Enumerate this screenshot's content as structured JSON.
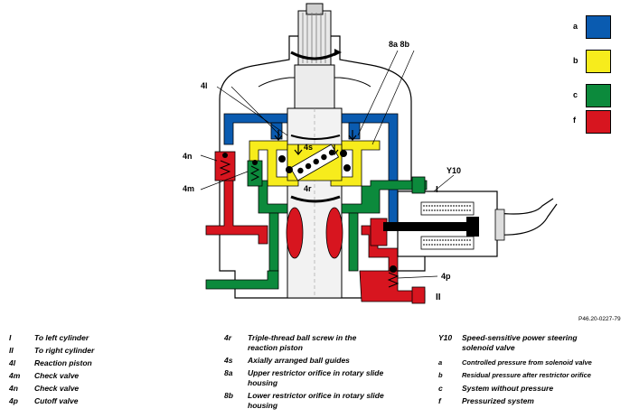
{
  "labels": {
    "l_4l": "4l",
    "l_8a8b": "8a  8b",
    "l_4s": "4s",
    "l_4r": "4r",
    "l_4n": "4n",
    "l_4m": "4m",
    "l_y10": "Y10",
    "l_I": "I",
    "l_II": "II",
    "l_4p": "4p"
  },
  "key": [
    {
      "letter": "a",
      "color": "#0a5bb0"
    },
    {
      "letter": "b",
      "color": "#f7ec1c"
    },
    {
      "letter": "c",
      "color": "#0c8a3c"
    },
    {
      "letter": "f",
      "color": "#d7151f"
    }
  ],
  "ref_number": "P46.20-0227-79",
  "legend": {
    "col1": [
      {
        "key": "I",
        "text": "To left cylinder"
      },
      {
        "key": "II",
        "text": "To right cylinder"
      },
      {
        "key": "4l",
        "text": "Reaction piston"
      },
      {
        "key": "4m",
        "text": "Check valve"
      },
      {
        "key": "4n",
        "text": "Check valve"
      },
      {
        "key": "4p",
        "text": "Cutoff valve"
      }
    ],
    "col2": [
      {
        "key": "4r",
        "text": "Triple-thread ball screw in the",
        "text2": "reaction piston"
      },
      {
        "key": "4s",
        "text": "Axially arranged ball guides",
        "text2": ""
      },
      {
        "key": "8a",
        "text": "Upper restrictor orifice in rotary slide",
        "text2": "housing"
      },
      {
        "key": "8b",
        "text": "Lower restrictor orifice in rotary slide",
        "text2": "housing"
      }
    ],
    "col3": [
      {
        "key": "Y10",
        "text": "Speed-sensitive power steering",
        "text2": "solenoid valve"
      },
      {
        "key": "a",
        "text": "Controlled pressure from solenoid  valve",
        "text2": ""
      },
      {
        "key": "b",
        "text": "Residual pressure after restrictor orifice",
        "text2": ""
      },
      {
        "key": "c",
        "text": "System without pressure",
        "text2": ""
      },
      {
        "key": "f",
        "text": "Pressurized system",
        "text2": ""
      }
    ]
  }
}
